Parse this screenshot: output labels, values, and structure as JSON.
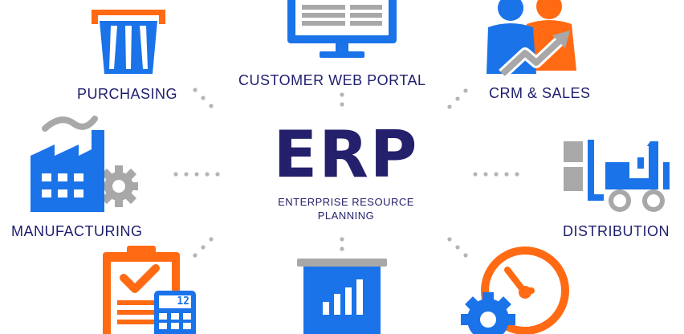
{
  "center": {
    "title": "ERP",
    "subtitle_line1": "ENTERPRISE RESOURCE",
    "subtitle_line2": "PLANNING"
  },
  "modules": {
    "purchasing": "PURCHASING",
    "customer_web_portal": "CUSTOMER WEB PORTAL",
    "crm_sales": "CRM & SALES",
    "manufacturing": "MANUFACTURING",
    "distribution": "DISTRIBUTION"
  },
  "calculator_display": "12",
  "colors": {
    "blue": "#1a73e8",
    "orange": "#ff6a13",
    "navy": "#24206b",
    "gray": "#a8a8a8",
    "dots": "#b5b5b5"
  }
}
